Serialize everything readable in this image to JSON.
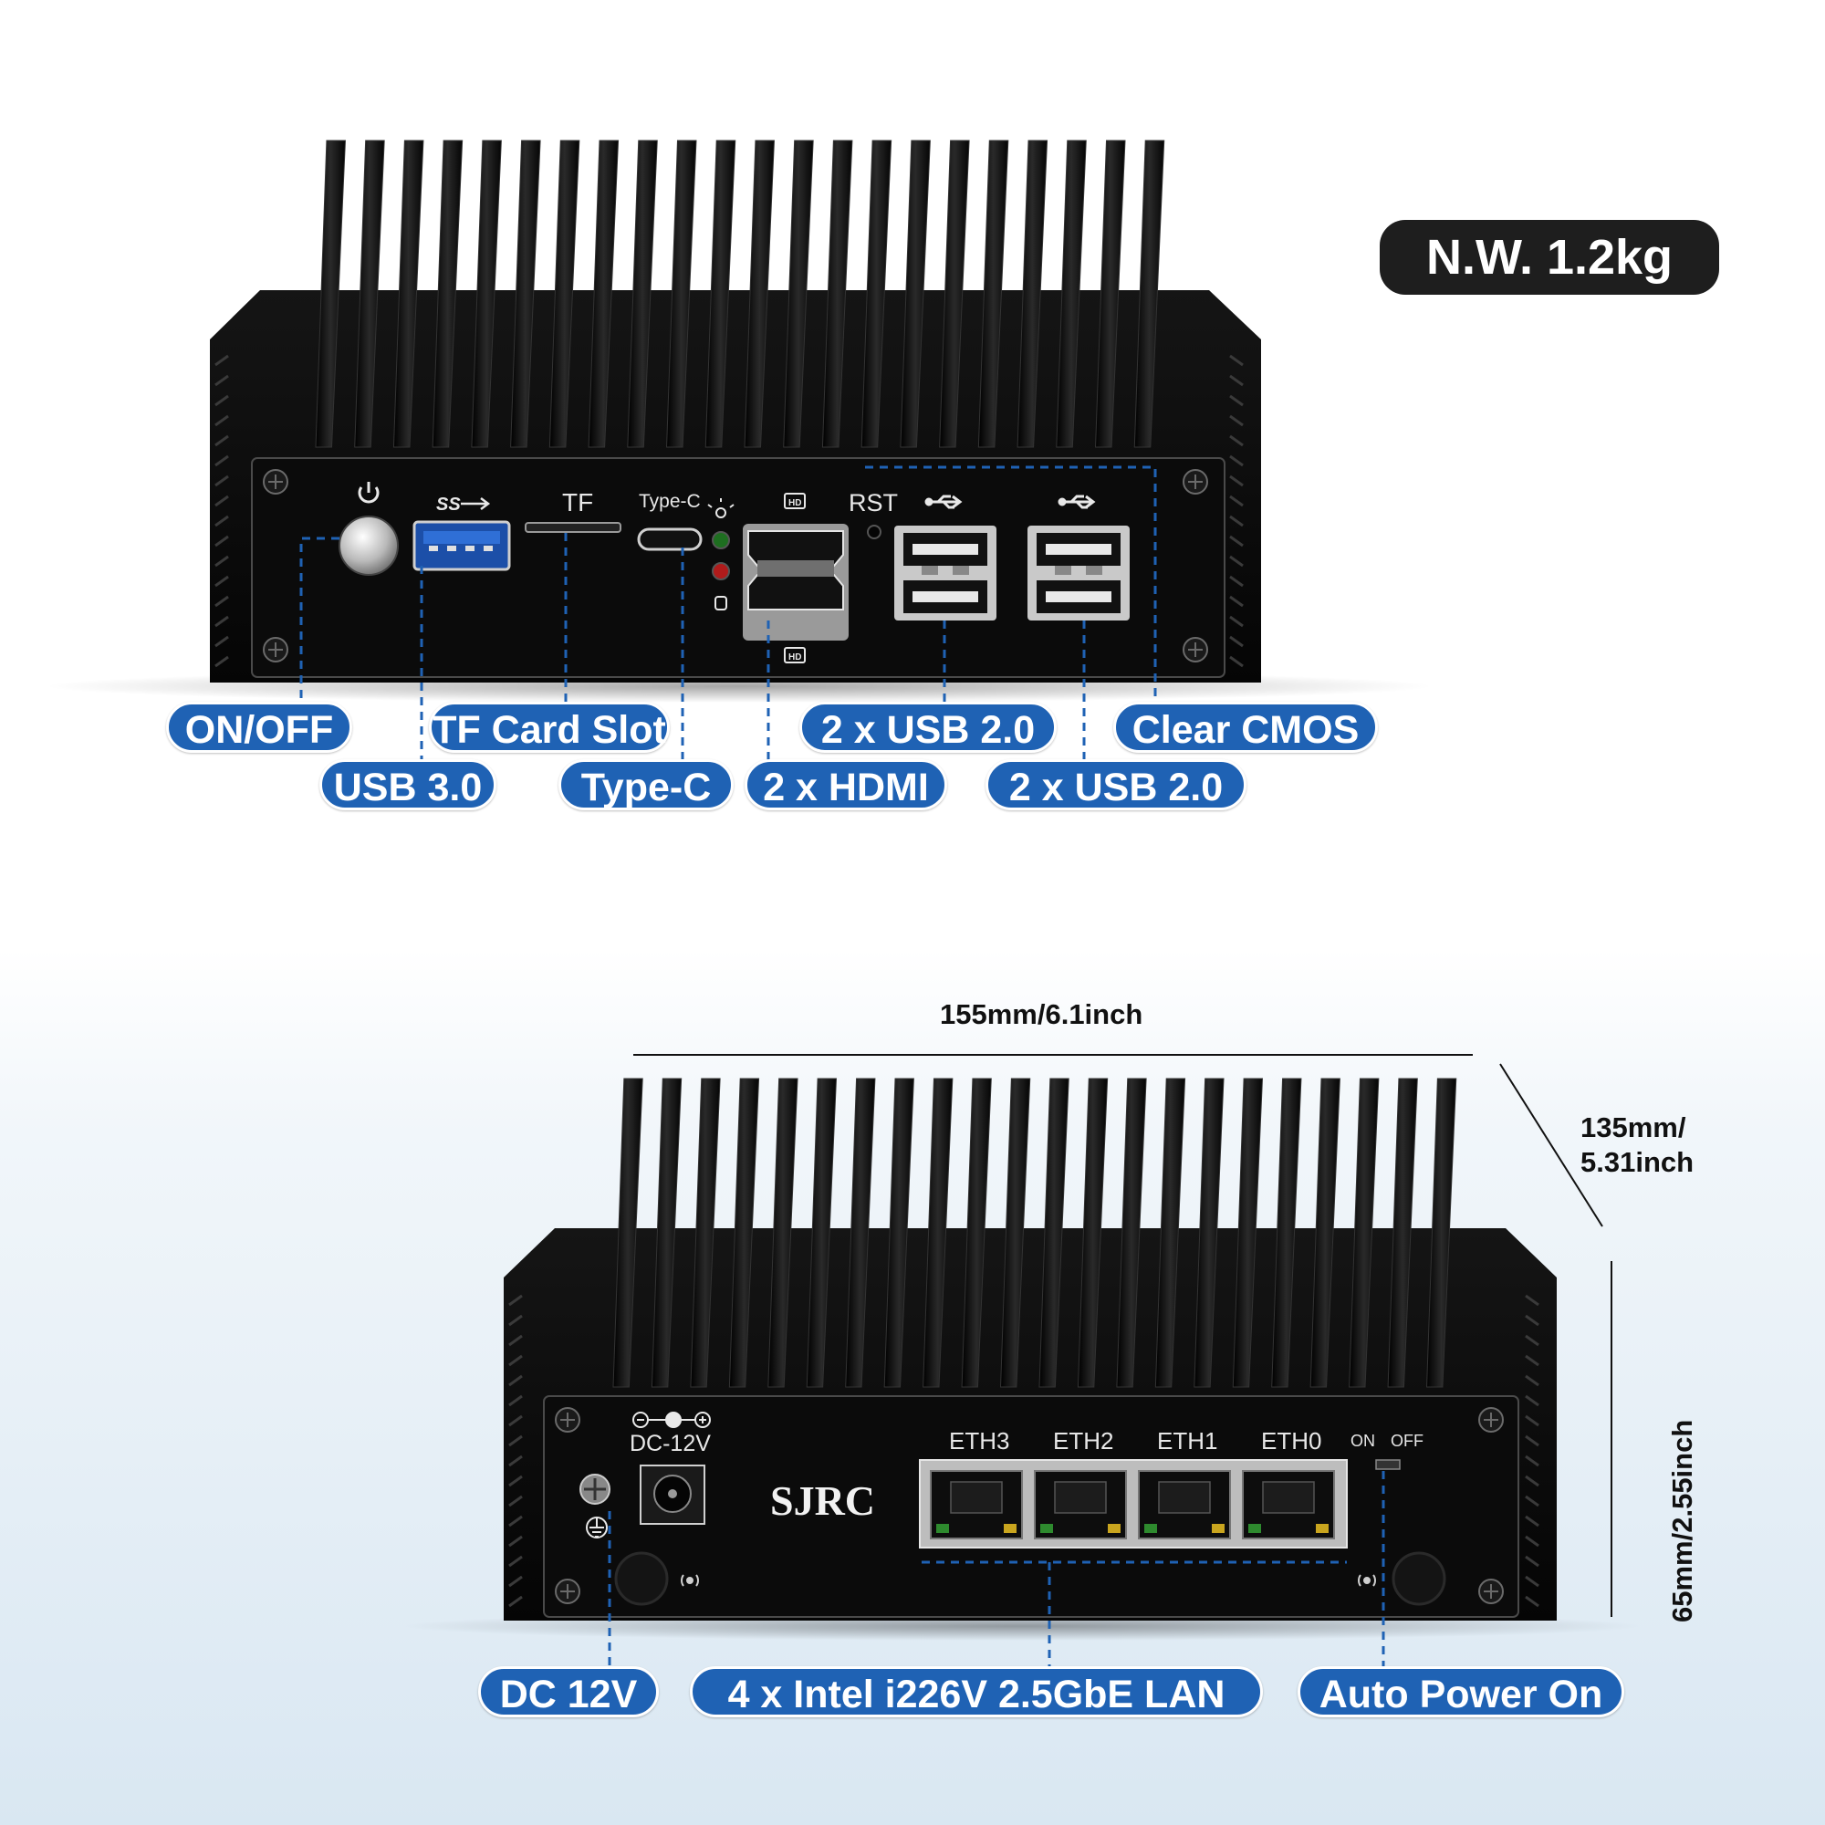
{
  "weight_label": "N.W. 1.2kg",
  "front_panel": {
    "port_labels": {
      "tf": "TF",
      "type_c": "Type-C",
      "rst": "RST"
    },
    "callouts": {
      "on_off": "ON/OFF",
      "usb3": "USB 3.0",
      "tf_slot": "TF Card Slot",
      "type_c": "Type-C",
      "hdmi": "2 x HDMI",
      "usb2_a": "2 x USB 2.0",
      "usb2_b": "2 x USB 2.0",
      "clear_cmos": "Clear CMOS"
    }
  },
  "rear_panel": {
    "brand": "SJRC",
    "dc_label": "DC-12V",
    "eth_labels": [
      "ETH3",
      "ETH2",
      "ETH1",
      "ETH0"
    ],
    "switch_on": "ON",
    "switch_off": "OFF",
    "callouts": {
      "dc": "DC 12V",
      "lan": "4 x Intel i226V 2.5GbE LAN",
      "auto_power": "Auto Power On"
    }
  },
  "dimensions": {
    "width": "155mm/6.1inch",
    "depth_line1": "135mm/",
    "depth_line2": "5.31inch",
    "height": "65mm/2.55inch"
  },
  "colors": {
    "callout_blue": "#1f62b4",
    "device_black": "#0d0d0d",
    "weight_badge": "#1e1e1e"
  }
}
